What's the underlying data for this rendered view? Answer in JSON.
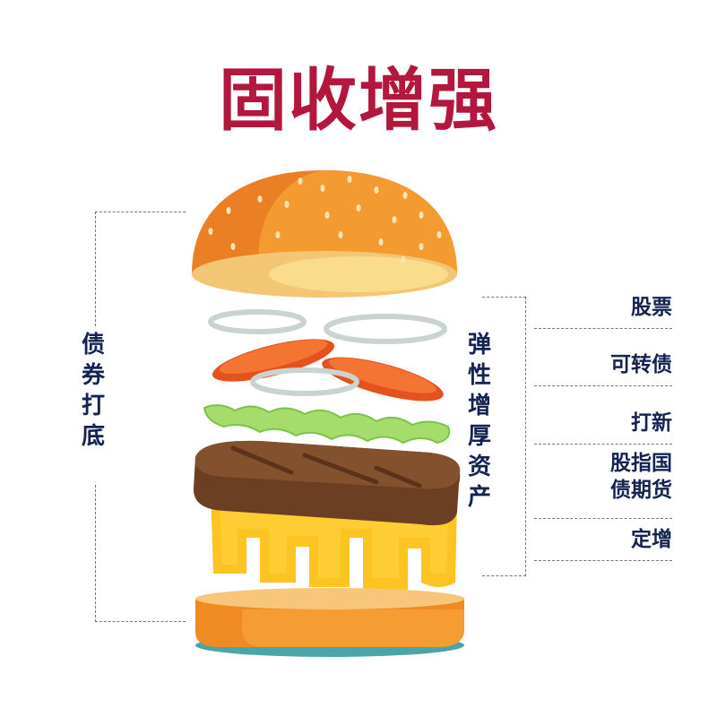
{
  "title": "固收增强",
  "left_label": "债券打底",
  "right_label": "弹性增厚资产",
  "right_items": [
    {
      "label": "股票"
    },
    {
      "label": "可转债"
    },
    {
      "label": "打新"
    },
    {
      "label": "股指国债期货"
    },
    {
      "label": "定增"
    }
  ],
  "illustration": {
    "layers": [
      "top-bun",
      "onion-rings",
      "tomato-slices",
      "lettuce",
      "patty",
      "cheese",
      "bottom-bun",
      "plate-shadow"
    ]
  },
  "colors": {
    "title": "#b3173d",
    "labels": "#142352",
    "bun": "#f2922c",
    "bun_inside": "#f9d88a",
    "tomato": "#f0622a",
    "lettuce": "#a6dc6b",
    "patty": "#7b4a2a",
    "cheese": "#fbc422",
    "shadow": "#4aa5a8"
  }
}
